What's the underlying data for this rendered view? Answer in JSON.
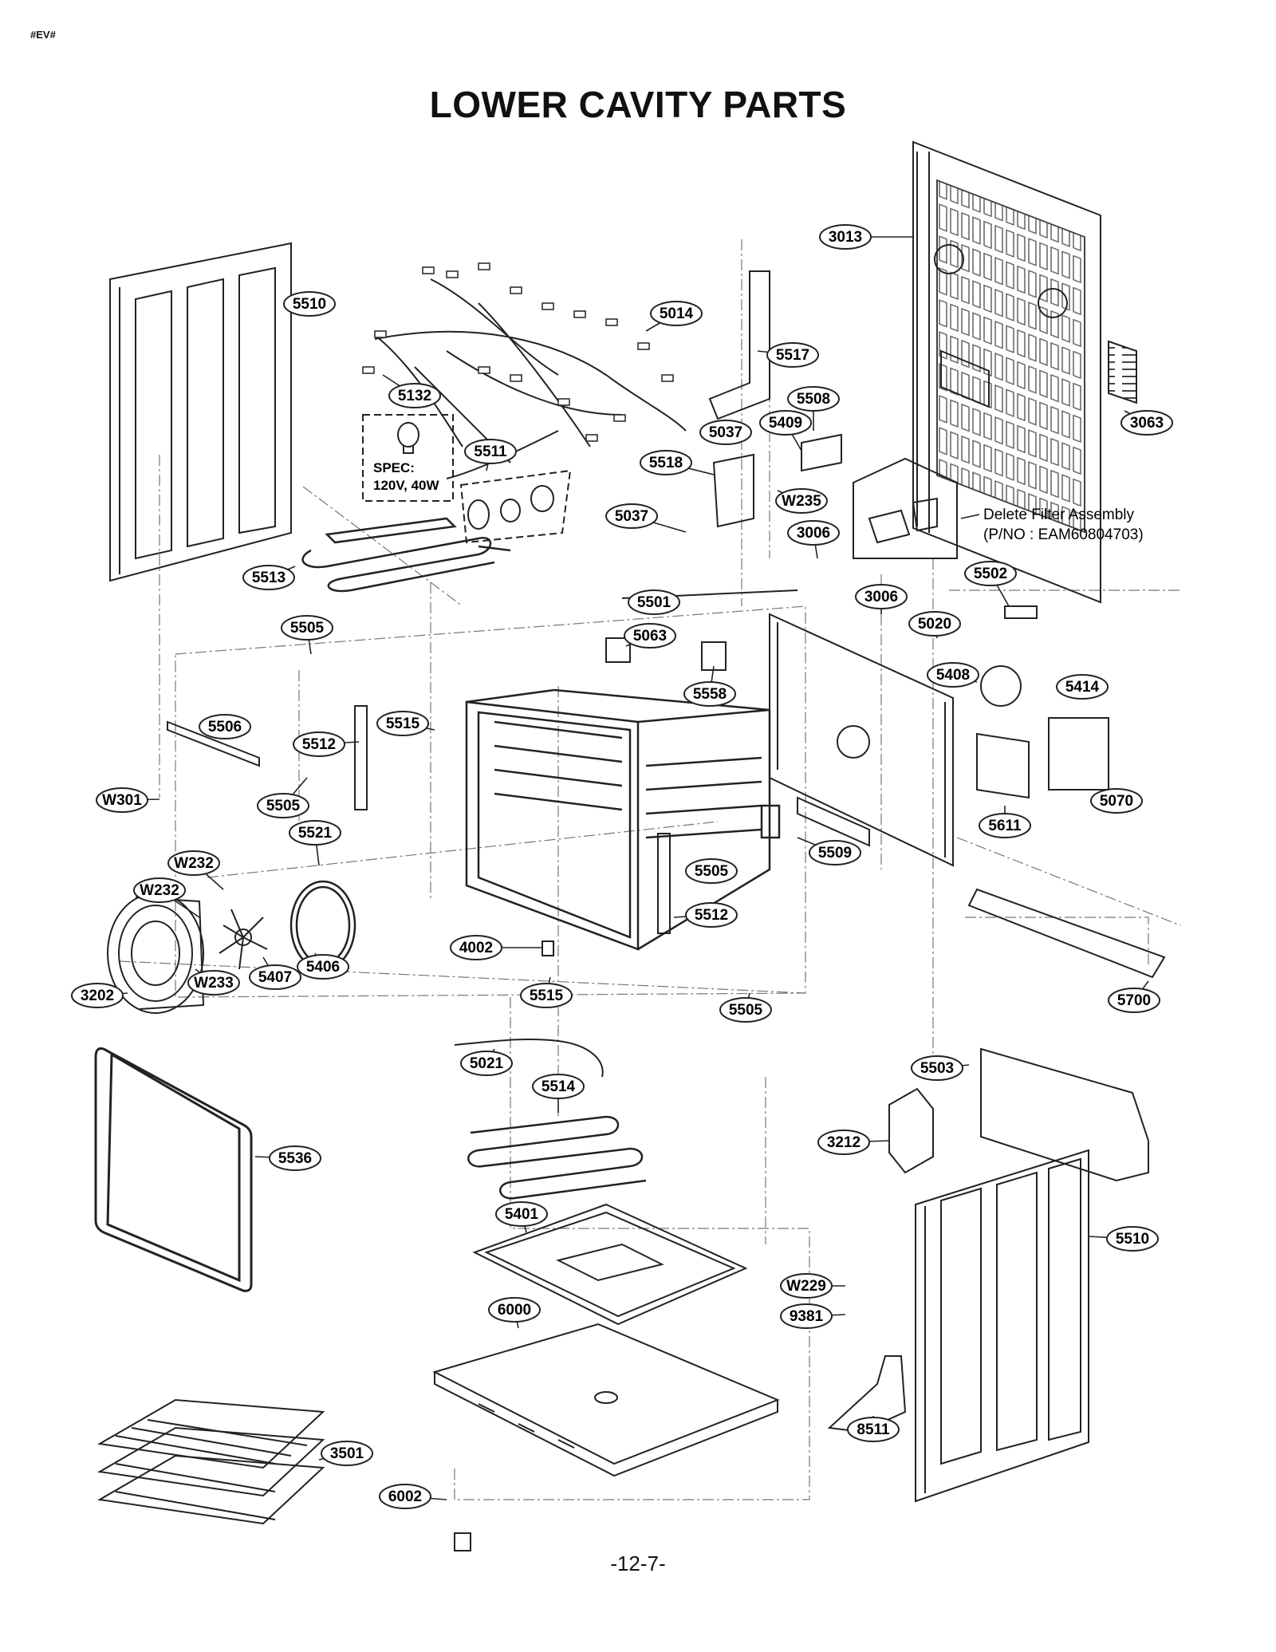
{
  "header": {
    "code": "#EV#",
    "title": "LOWER CAVITY PARTS"
  },
  "footer": {
    "page": "-12-7-"
  },
  "spec_box": {
    "line1": "SPEC:",
    "line2": "120V, 40W"
  },
  "note": {
    "line1": "Delete Filter Assembly",
    "line2": "(P/NO : EAM60804703)"
  },
  "callouts": [
    "3013",
    "5510",
    "5014",
    "5517",
    "3063",
    "5132",
    "5037",
    "5508",
    "5409",
    "5511",
    "5518",
    "W235",
    "5037",
    "3006",
    "5513",
    "5501",
    "3006",
    "5502",
    "5505",
    "5063",
    "5020",
    "5558",
    "5408",
    "5414",
    "5506",
    "5515",
    "5512",
    "5070",
    "W301",
    "5505",
    "5611",
    "5509",
    "5521",
    "W232",
    "W232",
    "5505",
    "5512",
    "4002",
    "5406",
    "5407",
    "W233",
    "3202",
    "5515",
    "5505",
    "5700",
    "5021",
    "5503",
    "5514",
    "5536",
    "3212",
    "5401",
    "5510",
    "W229",
    "6000",
    "9381",
    "8511",
    "3501",
    "6002"
  ]
}
